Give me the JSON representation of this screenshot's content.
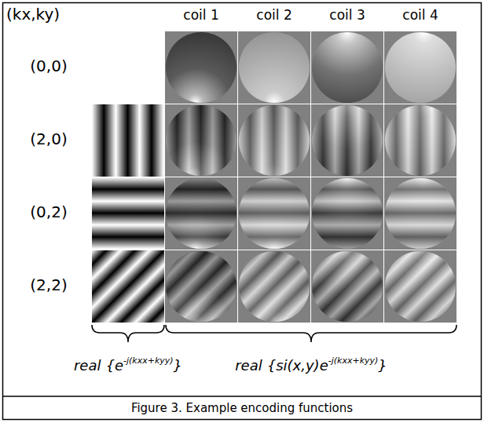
{
  "diagram": {
    "caption": "Figure 3. Example encoding functions",
    "labels": [
      "(kx,ky)",
      "coil 1",
      "coil 2",
      "coil 3",
      "coil 4",
      "(0,0)",
      "(2,0)",
      "(0,2)",
      "(2,2)",
      "real",
      "{e",
      "-j(kxx+kyy)",
      "}",
      "real",
      "{si(x,y)e",
      "-j(kxx+kyy)",
      "}"
    ]
  }
}
